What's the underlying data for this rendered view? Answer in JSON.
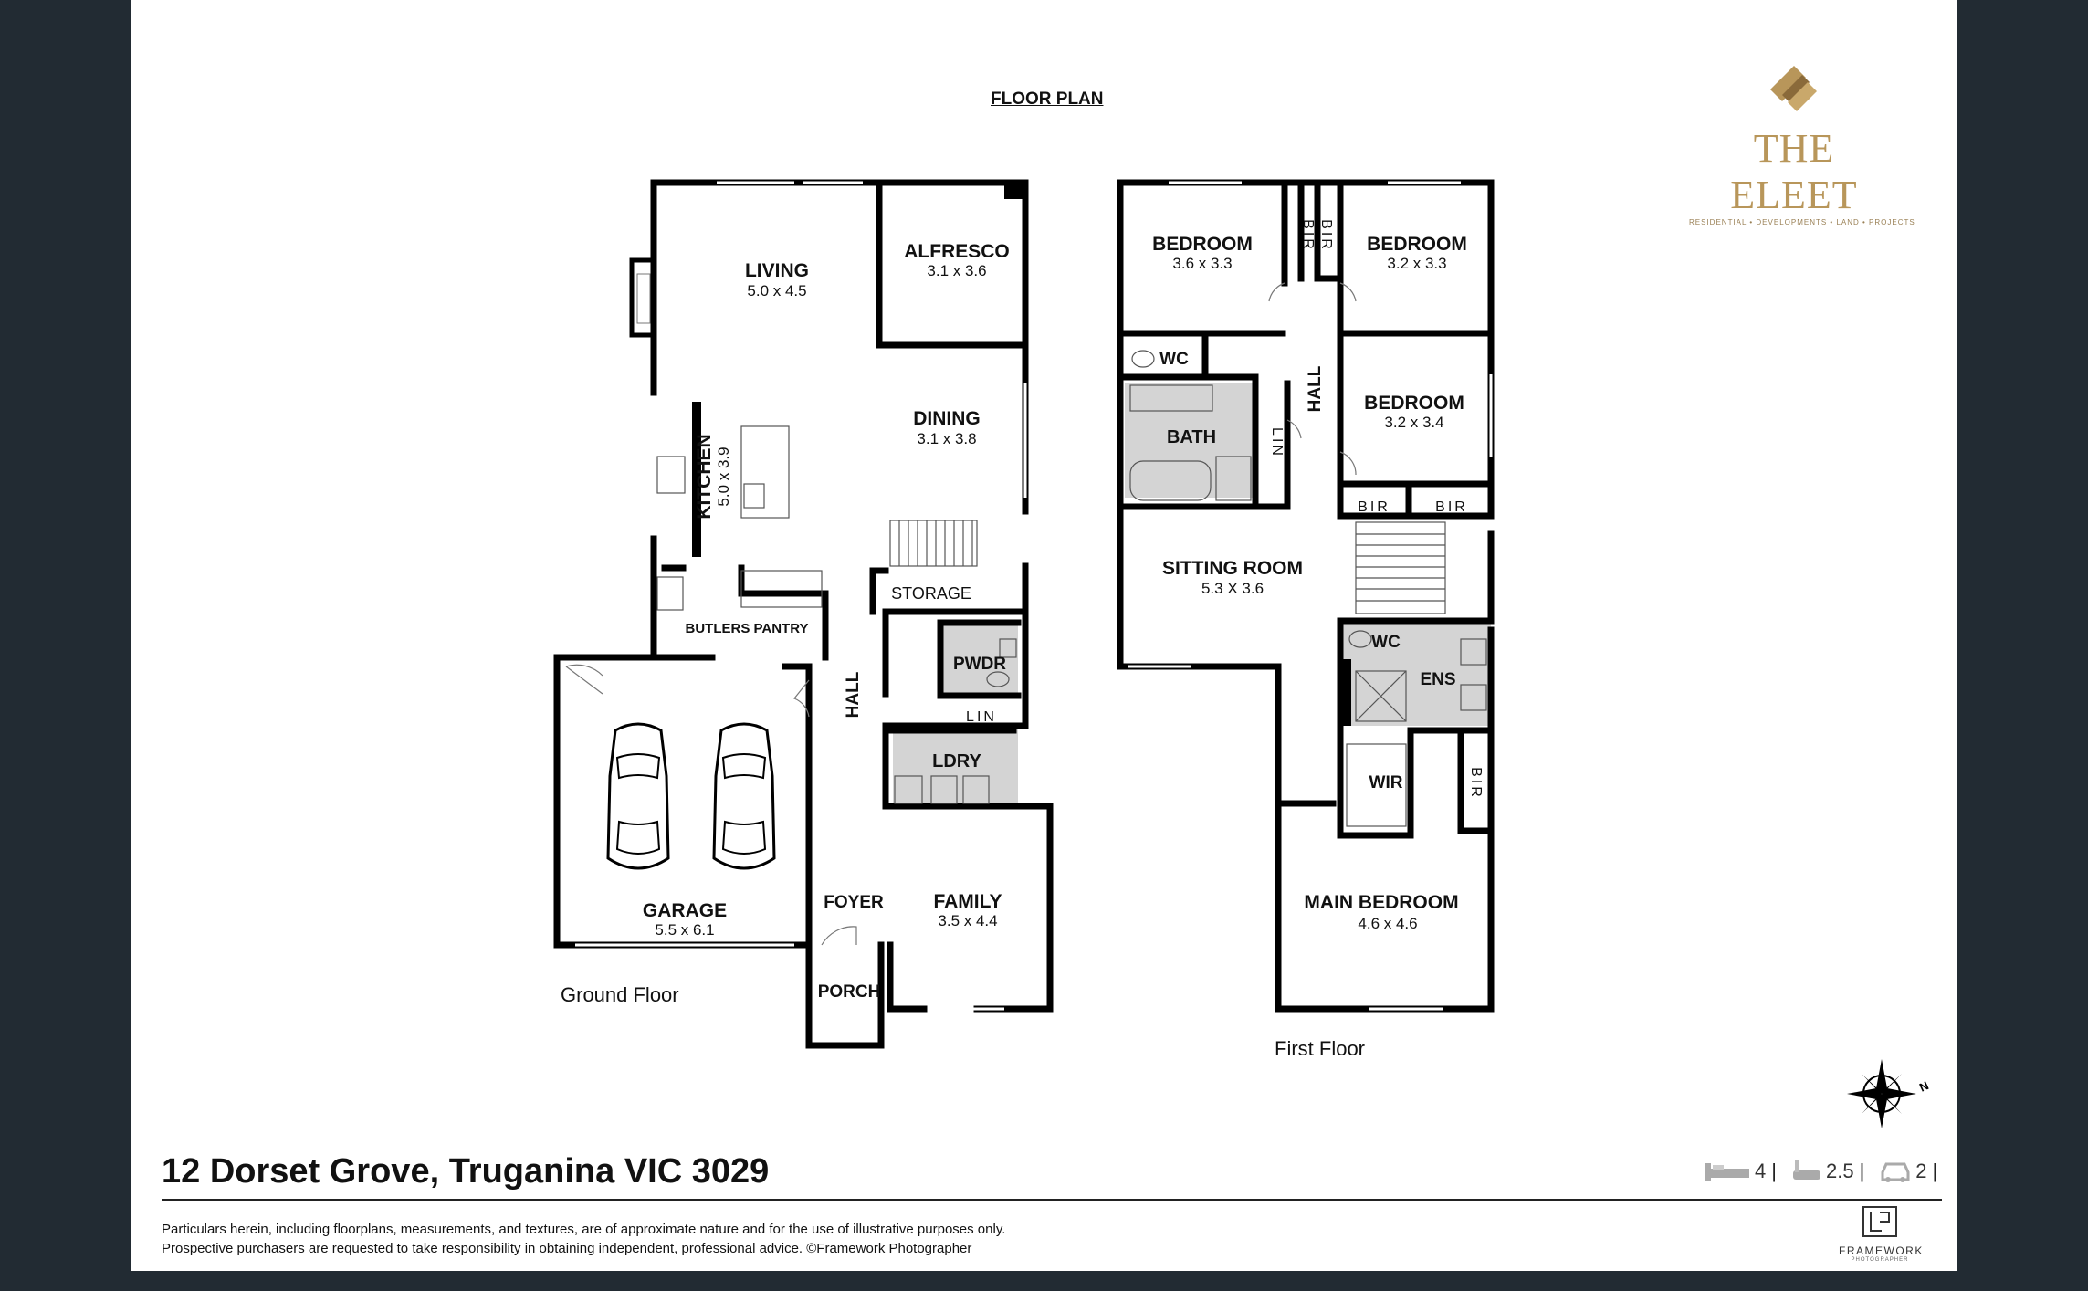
{
  "title": "FLOOR PLAN",
  "brand": {
    "name": "THE ELEET",
    "tagline": "RESIDENTIAL • DEVELOPMENTS • LAND • PROJECTS"
  },
  "ground_floor": {
    "label": "Ground Floor",
    "rooms": {
      "living": {
        "name": "LIVING",
        "dims": "5.0 x 4.5"
      },
      "alfresco": {
        "name": "ALFRESCO",
        "dims": "3.1 x 3.6"
      },
      "dining": {
        "name": "DINING",
        "dims": "3.1 x 3.8"
      },
      "kitchen": {
        "name": "KITCHEN",
        "dims": "5.0 x 3.9"
      },
      "storage": {
        "name": "STORAGE"
      },
      "butlers_pantry": {
        "name": "BUTLERS PANTRY"
      },
      "pwdr": {
        "name": "PWDR"
      },
      "hall": {
        "name": "HALL"
      },
      "lin": {
        "name": "LIN"
      },
      "ldry": {
        "name": "LDRY"
      },
      "garage": {
        "name": "GARAGE",
        "dims": "5.5 x 6.1"
      },
      "foyer": {
        "name": "FOYER"
      },
      "family": {
        "name": "FAMILY",
        "dims": "3.5 x 4.4"
      },
      "porch": {
        "name": "PORCH"
      }
    }
  },
  "first_floor": {
    "label": "First Floor",
    "rooms": {
      "bedroom_1": {
        "name": "BEDROOM",
        "dims": "3.6 x 3.3"
      },
      "bedroom_2": {
        "name": "BEDROOM",
        "dims": "3.2 x 3.3"
      },
      "bedroom_3": {
        "name": "BEDROOM",
        "dims": "3.2 x 3.4"
      },
      "bir": {
        "name": "BIR"
      },
      "wc": {
        "name": "WC"
      },
      "bath": {
        "name": "BATH"
      },
      "lin": {
        "name": "LIN"
      },
      "hall": {
        "name": "HALL"
      },
      "sitting_room": {
        "name": "SITTING ROOM",
        "dims": "5.3 X 3.6"
      },
      "ens": {
        "name": "ENS"
      },
      "wir": {
        "name": "WIR"
      },
      "main_bedroom": {
        "name": "MAIN BEDROOM",
        "dims": "4.6 x 4.6"
      }
    }
  },
  "compass": {
    "north_label": "N"
  },
  "address": "12 Dorset Grove, Truganina VIC 3029",
  "stats": {
    "bedrooms": "4",
    "bathrooms": "2.5",
    "car_spaces": "2",
    "separator": "|"
  },
  "disclaimer": [
    "Particulars herein, including floorplans, measurements, and textures, are of approximate nature and for the use of illustrative purposes only.",
    "Prospective purchasers are requested to take responsibility in obtaining independent, professional advice. ©Framework Photographer"
  ],
  "photographer": {
    "name": "FRAMEWORK",
    "sub": "PHOTOGRAPHER"
  },
  "colors": {
    "page": "#ffffff",
    "frame": "#222b33",
    "brand_gold": "#b8965a",
    "wet_area": "#d4d4d4"
  }
}
